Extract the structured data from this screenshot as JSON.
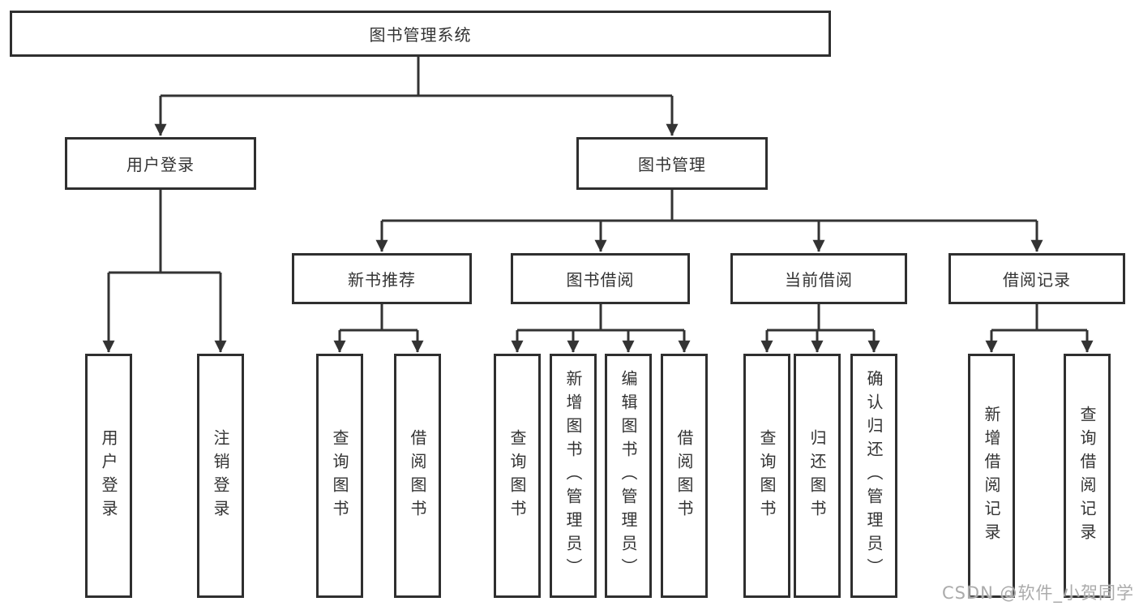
{
  "colors": {
    "line": "#333333",
    "box_border": "#2f2f2f",
    "box_fill": "#ffffff",
    "text": "#333333",
    "watermark": "#ababab"
  },
  "tree": {
    "root": "图书管理系统",
    "branches": [
      {
        "label": "用户登录",
        "children": [
          "用户登录",
          "注销登录"
        ]
      },
      {
        "label": "图书管理",
        "sections": [
          {
            "label": "新书推荐",
            "children": [
              "查询图书",
              "借阅图书"
            ]
          },
          {
            "label": "图书借阅",
            "children": [
              "查询图书",
              "新增图书（管理员）",
              "编辑图书（管理员）",
              "借阅图书"
            ]
          },
          {
            "label": "当前借阅",
            "children": [
              "查询图书",
              "归还图书",
              "确认归还（管理员）"
            ]
          },
          {
            "label": "借阅记录",
            "children": [
              "新增借阅记录",
              "查询借阅记录"
            ]
          }
        ]
      }
    ]
  },
  "watermark": {
    "text": "CSDN @软件_小贺同学"
  }
}
